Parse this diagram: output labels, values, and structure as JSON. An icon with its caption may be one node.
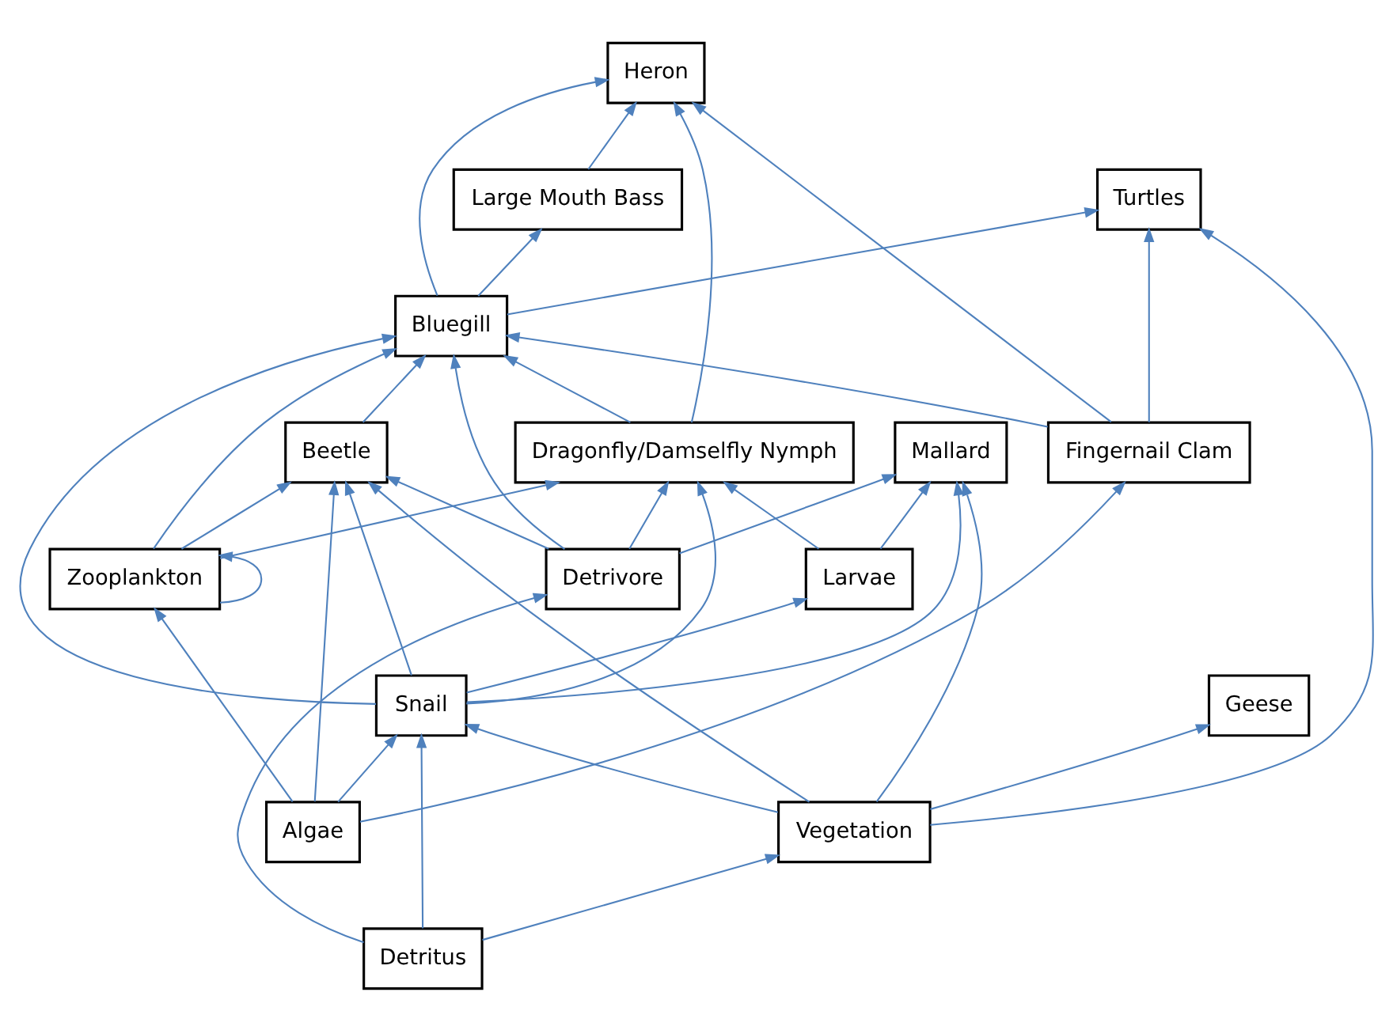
{
  "diagram": {
    "nodes": [
      {
        "text": [
          "Heron"
        ]
      },
      {
        "text": [
          "Dragonfly/Damselfly Nymph"
        ]
      },
      {
        "text": [
          "Large Mouth Bass"
        ]
      },
      {
        "text": [
          "Mallard"
        ]
      },
      {
        "text": [
          "Beetle"
        ]
      },
      {
        "text": [
          "Larvae"
        ]
      },
      {
        "text": [
          "Bluegill"
        ]
      },
      {
        "text": [
          "Turtles"
        ]
      },
      {
        "text": [
          "Geese"
        ]
      },
      {
        "text": [
          "Snail"
        ]
      },
      {
        "text": [
          "Fingernail Clam"
        ]
      },
      {
        "text": [
          "Algae"
        ]
      },
      {
        "text": [
          "Zooplankton"
        ]
      },
      {
        "text": [
          "Detrivore"
        ]
      },
      {
        "text": [
          "Vegetation"
        ]
      },
      {
        "text": [
          "Detritus"
        ]
      }
    ],
    "edges": [
      {
        "from": 2,
        "to": 0,
        "arrow": "to"
      },
      {
        "from": 1,
        "to": 0,
        "arrow": "to"
      },
      {
        "from": 10,
        "to": 0,
        "arrow": "to"
      },
      {
        "from": 6,
        "to": 0,
        "arrow": "to"
      },
      {
        "from": 14,
        "to": 3,
        "arrow": "to"
      },
      {
        "from": 13,
        "to": 3,
        "arrow": "to"
      },
      {
        "from": 5,
        "to": 3,
        "arrow": "to"
      },
      {
        "from": 9,
        "to": 3,
        "arrow": "to"
      },
      {
        "from": 4,
        "to": 6,
        "arrow": "to"
      },
      {
        "from": 14,
        "to": 4,
        "arrow": "to"
      },
      {
        "from": 11,
        "to": 4,
        "arrow": "to"
      },
      {
        "from": 9,
        "to": 4,
        "arrow": "to"
      },
      {
        "from": 12,
        "to": 4,
        "arrow": "to"
      },
      {
        "from": 13,
        "to": 4,
        "arrow": "to"
      },
      {
        "from": 9,
        "to": 1,
        "arrow": "to"
      },
      {
        "from": 5,
        "to": 1,
        "arrow": "to"
      },
      {
        "from": 12,
        "to": 1,
        "arrow": "to"
      },
      {
        "from": 13,
        "to": 1,
        "arrow": "to"
      },
      {
        "from": 1,
        "to": 6,
        "arrow": "to"
      },
      {
        "from": 6,
        "to": 2,
        "arrow": "to"
      },
      {
        "from": 6,
        "to": 7,
        "arrow": "to"
      },
      {
        "from": 9,
        "to": 6,
        "arrow": "to"
      },
      {
        "from": 12,
        "to": 6,
        "arrow": "to"
      },
      {
        "from": 10,
        "to": 6,
        "arrow": "to"
      },
      {
        "from": 13,
        "to": 6,
        "arrow": "to"
      },
      {
        "from": 10,
        "to": 7,
        "arrow": "to"
      },
      {
        "from": 14,
        "to": 7,
        "arrow": "to"
      },
      {
        "from": 14,
        "to": 8,
        "arrow": "to"
      },
      {
        "from": 9,
        "to": 5,
        "arrow": "to"
      },
      {
        "from": 11,
        "to": 9,
        "arrow": "to"
      },
      {
        "from": 15,
        "to": 9,
        "arrow": "to"
      },
      {
        "from": 14,
        "to": 9,
        "arrow": "to"
      },
      {
        "from": 11,
        "to": 10,
        "arrow": "to"
      },
      {
        "from": 11,
        "to": 12,
        "arrow": "to"
      },
      {
        "from": 12,
        "to": 12,
        "arrow": "to"
      },
      {
        "from": 15,
        "to": 13,
        "arrow": "to"
      },
      {
        "from": 15,
        "to": 14,
        "arrow": "to"
      }
    ]
  }
}
